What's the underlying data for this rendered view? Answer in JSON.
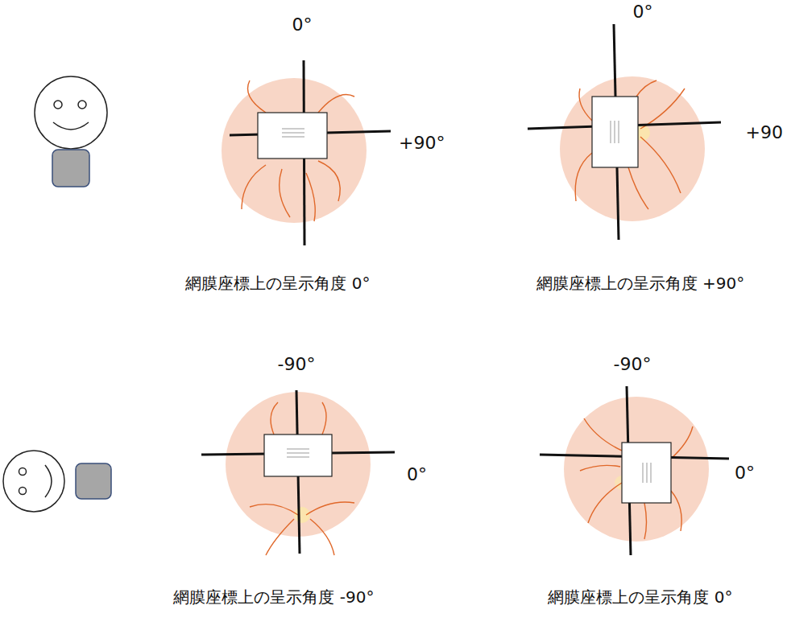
{
  "diagram": {
    "labels": [
      "0°",
      "+90°",
      "0°",
      "+90",
      "網膜座標上の呈示角度 0°",
      "網膜座標上の呈示角度 +90°",
      "-90°",
      "0°",
      "-90°",
      "0°",
      "網膜座標上の呈示角度 -90°",
      "網膜座標上の呈示角度 0°"
    ]
  }
}
